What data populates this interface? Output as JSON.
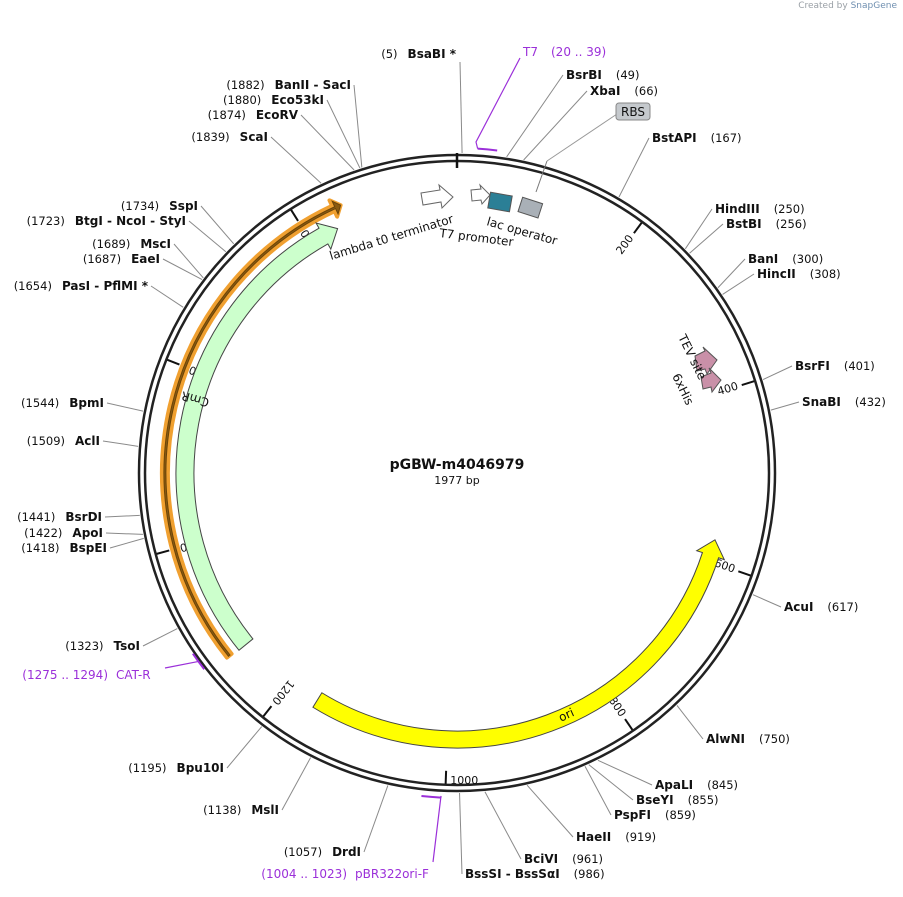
{
  "credit": {
    "created_by": "Created by",
    "brand": "SnapGene"
  },
  "plasmid": {
    "name": "pGBW-m4046979",
    "length": "1977 bp",
    "bp": 1977
  },
  "tick_labels": [
    "200",
    "400",
    "600",
    "800",
    "1000",
    "1200",
    "1400",
    "1600",
    "1800"
  ],
  "sites": [
    {
      "pos": 5,
      "name": "BsaBI *",
      "posText": "(5)"
    },
    {
      "pos": 49,
      "name": "BsrBI",
      "posText": "(49)"
    },
    {
      "pos": 66,
      "name": "XbaI",
      "posText": "(66)"
    },
    {
      "pos": 167,
      "name": "BstAPI",
      "posText": "(167)"
    },
    {
      "pos": 250,
      "name": "HindIII",
      "posText": "(250)"
    },
    {
      "pos": 256,
      "name": "BstBI",
      "posText": "(256)"
    },
    {
      "pos": 300,
      "name": "BanI",
      "posText": "(300)"
    },
    {
      "pos": 308,
      "name": "HincII",
      "posText": "(308)"
    },
    {
      "pos": 401,
      "name": "BsrFI",
      "posText": "(401)"
    },
    {
      "pos": 432,
      "name": "SnaBI",
      "posText": "(432)"
    },
    {
      "pos": 617,
      "name": "AcuI",
      "posText": "(617)"
    },
    {
      "pos": 750,
      "name": "AlwNI",
      "posText": "(750)"
    },
    {
      "pos": 845,
      "name": "ApaLI",
      "posText": "(845)"
    },
    {
      "pos": 855,
      "name": "BseYI",
      "posText": "(855)"
    },
    {
      "pos": 859,
      "name": "PspFI",
      "posText": "(859)"
    },
    {
      "pos": 919,
      "name": "HaeII",
      "posText": "(919)"
    },
    {
      "pos": 961,
      "name": "BciVI",
      "posText": "(961)"
    },
    {
      "pos": 986,
      "name": "BssSI  -  BssSαI",
      "posText": "(986)"
    },
    {
      "pos": 1057,
      "name": "DrdI",
      "posText": "(1057)"
    },
    {
      "pos": 1138,
      "name": "MslI",
      "posText": "(1138)"
    },
    {
      "pos": 1195,
      "name": "Bpu10I",
      "posText": "(1195)"
    },
    {
      "pos": 1323,
      "name": "TsoI",
      "posText": "(1323)"
    },
    {
      "pos": 1418,
      "name": "BspEI",
      "posText": "(1418)"
    },
    {
      "pos": 1422,
      "name": "ApoI",
      "posText": "(1422)"
    },
    {
      "pos": 1441,
      "name": "BsrDI",
      "posText": "(1441)"
    },
    {
      "pos": 1509,
      "name": "AclI",
      "posText": "(1509)"
    },
    {
      "pos": 1544,
      "name": "BpmI",
      "posText": "(1544)"
    },
    {
      "pos": 1654,
      "name": "PasI  -  PflMI *",
      "posText": "(1654)"
    },
    {
      "pos": 1687,
      "name": "EaeI",
      "posText": "(1687)"
    },
    {
      "pos": 1689,
      "name": "MscI",
      "posText": "(1689)"
    },
    {
      "pos": 1723,
      "name": "BtgI  -  NcoI  -  StyI",
      "posText": "(1723)"
    },
    {
      "pos": 1734,
      "name": "SspI",
      "posText": "(1734)"
    },
    {
      "pos": 1839,
      "name": "ScaI",
      "posText": "(1839)"
    },
    {
      "pos": 1874,
      "name": "EcoRV",
      "posText": "(1874)"
    },
    {
      "pos": 1880,
      "name": "Eco53kI",
      "posText": "(1880)"
    },
    {
      "pos": 1882,
      "name": "BanII  -  SacI",
      "posText": "(1882)"
    }
  ],
  "primers": [
    {
      "name": "T7",
      "range": "(20 .. 39)",
      "start": 20,
      "end": 39
    },
    {
      "name": "CAT-R",
      "range": "(1275 .. 1294)",
      "start": 1275,
      "end": 1294
    },
    {
      "name": "pBR322ori-F",
      "range": "(1004 .. 1023)",
      "start": 1004,
      "end": 1023
    }
  ],
  "features": [
    {
      "name": "ori",
      "start": 574,
      "end": 1162,
      "color": "#ffff00"
    },
    {
      "name": "CmR",
      "start": 1268,
      "end": 1834,
      "color": "#ccffcc"
    }
  ],
  "orf_arc": {
    "start": 1270,
    "end": 1848,
    "color": "#f0a030"
  },
  "small_features": [
    {
      "name": "lambda t0 terminator",
      "color": "#ffffff"
    },
    {
      "name": "T7 promoter",
      "color": "#ffffff"
    },
    {
      "name": "lac operator",
      "color": "#2b7f96"
    },
    {
      "name": "RBS",
      "color": "#a9b0b7"
    },
    {
      "name": "TEV site",
      "color": "#c990a8"
    },
    {
      "name": "6xHis",
      "color": "#c990a8"
    }
  ],
  "colors": {
    "primer": "#9b30d9",
    "backbone": "#222222"
  }
}
